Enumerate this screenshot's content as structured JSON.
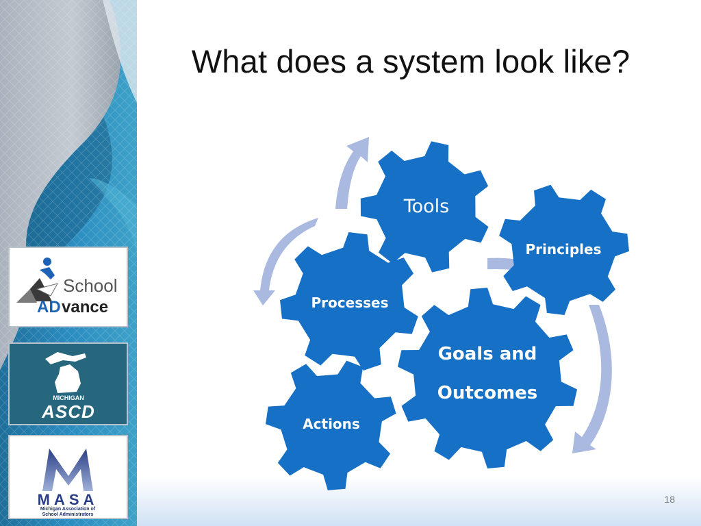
{
  "slide": {
    "title": "What does a system look like?",
    "page_number": "18"
  },
  "gears": [
    {
      "id": "tools",
      "label": "Tools"
    },
    {
      "id": "principles",
      "label": "Principles"
    },
    {
      "id": "processes",
      "label": "Processes"
    },
    {
      "id": "goals",
      "label_line1": "Goals and",
      "label_line2": "Outcomes"
    },
    {
      "id": "actions",
      "label": "Actions"
    }
  ],
  "logos": {
    "school_advance": {
      "word1": "School",
      "word2_prefix": "AD",
      "word2_suffix": "vance"
    },
    "michigan_ascd": {
      "state": "MICHIGAN",
      "name": "ASCD"
    },
    "masa": {
      "letters": "MASA",
      "line1": "Michigan Association of",
      "line2": "School Administrators"
    }
  },
  "colors": {
    "gear_fill": "#1670c5",
    "arrow_fill": "#a9b9e0",
    "title_text": "#111111",
    "ascd_bg": "#26677e",
    "school_advance_blue": "#1d62b6"
  }
}
